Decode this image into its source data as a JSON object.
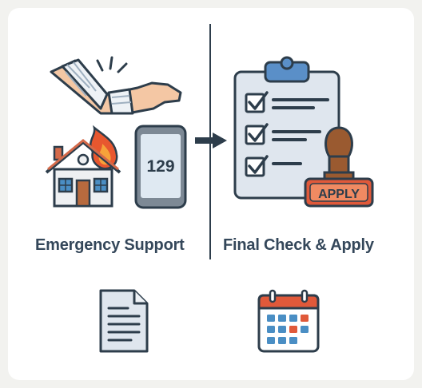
{
  "left_panel": {
    "caption": "Emergency Support",
    "phone_number": "129"
  },
  "right_panel": {
    "caption": "Final Check & Apply",
    "stamp_text": "APPLY"
  },
  "colors": {
    "outline": "#2d3d4b",
    "skin": "#f4c7a4",
    "bandage": "#eef2f6",
    "flame_outer": "#e8572f",
    "flame_inner": "#f6a23a",
    "roof": "#d46a4a",
    "house_wall": "#eef0f2",
    "door": "#b76a3e",
    "window": "#4a8ec4",
    "phone_screen": "#dfe9f2",
    "clipboard": "#dfe6ee",
    "clip": "#5a8fc8",
    "stamp_handle": "#9a5a30",
    "stamp_base": "#e0593a",
    "calendar_header": "#e0593a",
    "calendar_cell_blue": "#4a8ec4",
    "calendar_cell_red": "#e0593a"
  }
}
